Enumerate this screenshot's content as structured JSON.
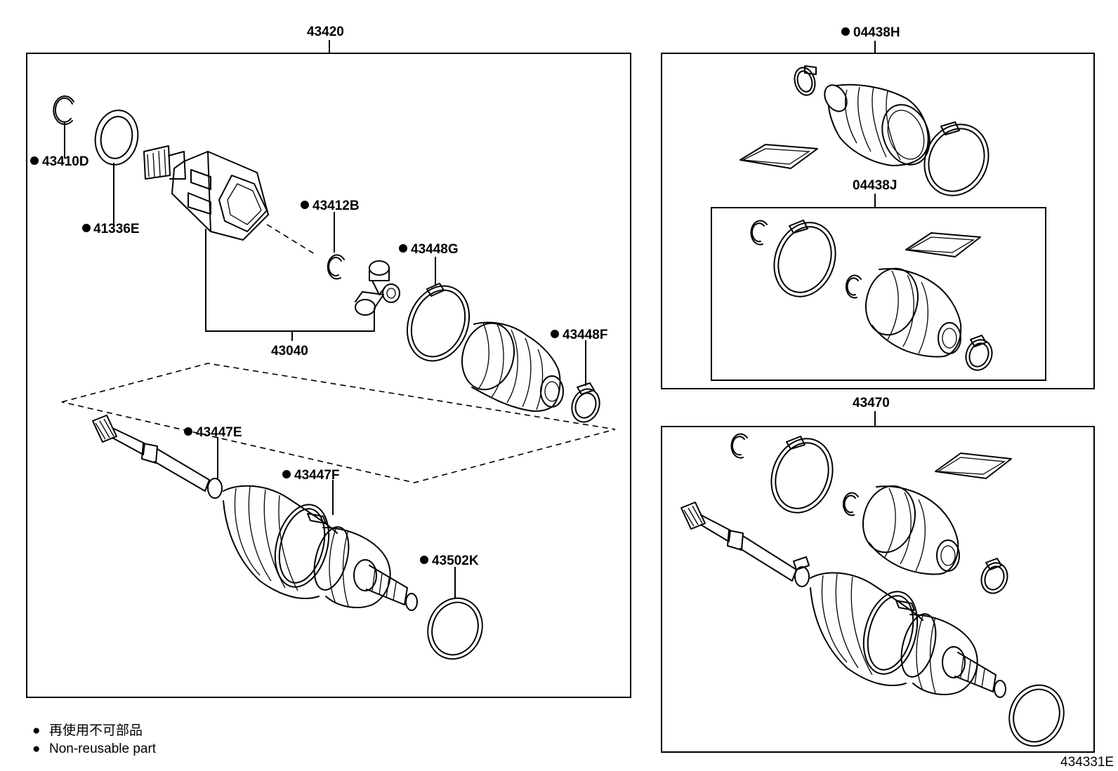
{
  "assembly_labels": {
    "main": "43420",
    "boot_kit_outer": "04438H",
    "boot_kit_inner": "04438J",
    "shaft_assy": "43470",
    "tulip_assy": "43040"
  },
  "part_labels": {
    "snap_ring": "43410D",
    "seal": "41336E",
    "tulip_snap_ring": "43412B",
    "boot_clamp_large": "43448G",
    "boot_clamp_small": "43448F",
    "boot_clamp_inner": "43447E",
    "boot_clamp_outer": "43447F",
    "hub_ring": "43502K"
  },
  "legend": {
    "marker": "●",
    "japanese": "再使用不可部品",
    "english": "Non-reusable part"
  },
  "illustration_number": "434331E"
}
